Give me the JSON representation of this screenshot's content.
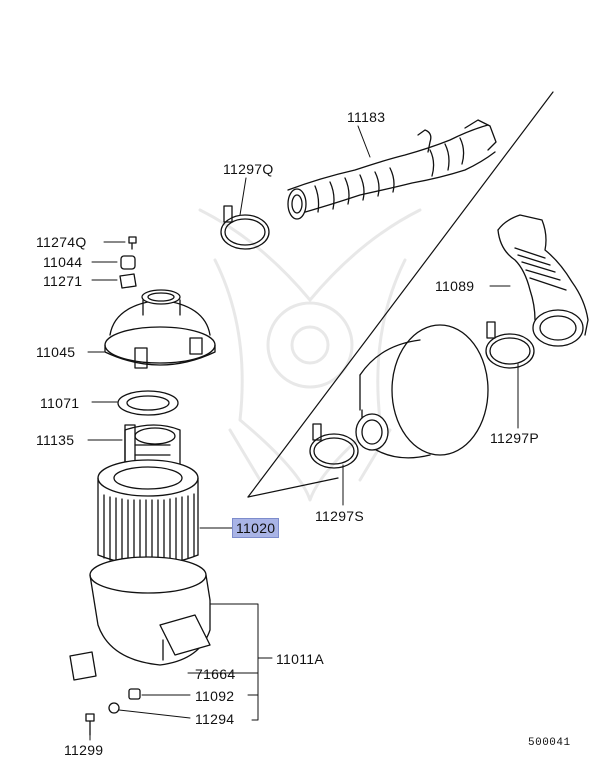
{
  "labels": {
    "p11183": "11183",
    "p11297q": "11297Q",
    "p11274q": "11274Q",
    "p11044": "11044",
    "p11271": "11271",
    "p11089": "11089",
    "p11045": "11045",
    "p11071": "11071",
    "p11135": "11135",
    "p11297p": "11297P",
    "p11297s": "11297S",
    "p11020": "11020",
    "p11011a": "11011A",
    "p71664": "71664",
    "p11092": "11092",
    "p11294": "11294",
    "p11299": "11299"
  },
  "diagram_code": "500041",
  "highlight_color": "#a9b4e6"
}
